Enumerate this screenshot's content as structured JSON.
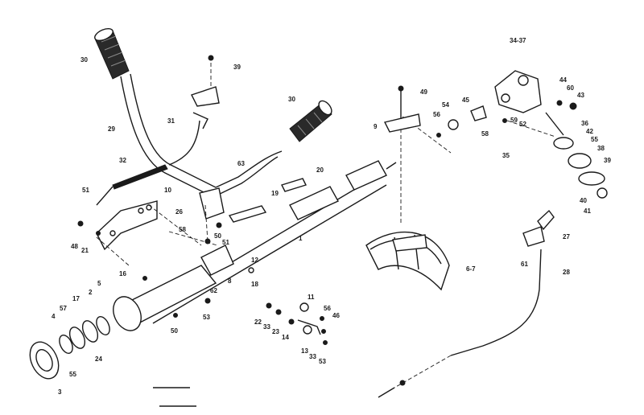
{
  "labels": {
    "l30a": "30",
    "l39": "39",
    "l31": "31",
    "l29": "29",
    "l30b": "30",
    "l32": "32",
    "l63": "63",
    "l20": "20",
    "l19": "19",
    "l51a": "51",
    "l10": "10",
    "l26": "26",
    "l58a": "58",
    "l50a": "50",
    "l51b": "51",
    "l48": "48",
    "l21": "21",
    "l1": "1",
    "l12": "12",
    "l18": "18",
    "l16": "16",
    "l5": "5",
    "l62": "62",
    "l53a": "53",
    "l8": "8",
    "l2": "2",
    "l57": "57",
    "l17": "17",
    "l4": "4",
    "l24": "24",
    "l55a": "55",
    "l3": "3",
    "l50b": "50",
    "l11": "11",
    "l22": "22",
    "l33a": "33",
    "l23": "23",
    "l14": "14",
    "l56a": "56",
    "l46": "46",
    "l13": "13",
    "l33b": "33",
    "l53b": "53",
    "l49": "49",
    "l9": "9",
    "l54": "54",
    "l56b": "56",
    "l45": "45",
    "l34_37": "34-37",
    "l44": "44",
    "l60": "60",
    "l43": "43",
    "l58b": "58",
    "l59": "59",
    "l52": "52",
    "l36": "36",
    "l42": "42",
    "l55b": "55",
    "l35": "35",
    "l38": "38",
    "l39b": "39",
    "l40": "40",
    "l41": "41",
    "l6_7": "6-7",
    "l27": "27",
    "l61": "61",
    "l28": "28"
  }
}
